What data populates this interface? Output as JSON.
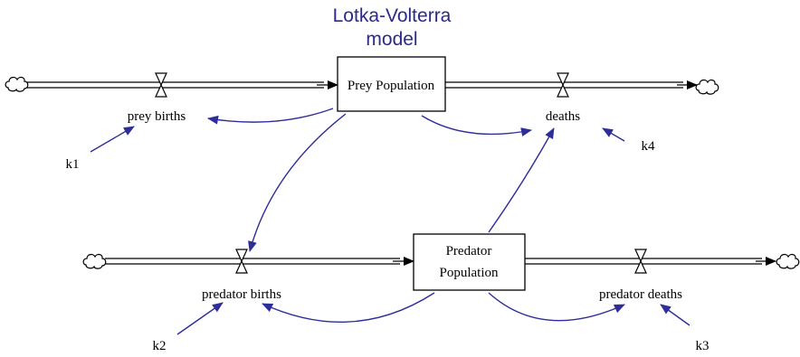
{
  "title": {
    "line1": "Lotka-Volterra",
    "line2": "model"
  },
  "stocks": {
    "prey": "Prey Population",
    "predator_line1": "Predator",
    "predator_line2": "Population"
  },
  "flows": {
    "prey_births": "prey births",
    "deaths": "deaths",
    "predator_births": "predator births",
    "predator_deaths": "predator deaths"
  },
  "constants": {
    "k1": "k1",
    "k2": "k2",
    "k3": "k3",
    "k4": "k4"
  },
  "colors": {
    "title": "#2a2a8c",
    "link": "#2e2e9a"
  }
}
